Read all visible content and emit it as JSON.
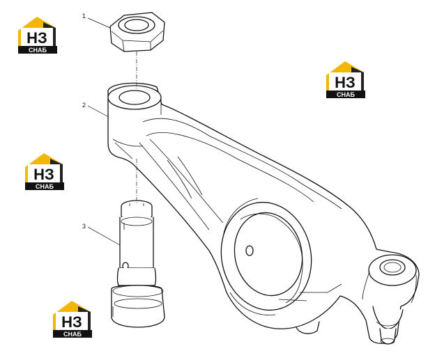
{
  "logo": {
    "top_text": "НЗ",
    "bottom_text": "СНАБ",
    "colors": {
      "yellow": "#f2b705",
      "dark": "#111111"
    }
  },
  "callouts": {
    "c1": "1",
    "c2": "2",
    "c3": "3"
  }
}
